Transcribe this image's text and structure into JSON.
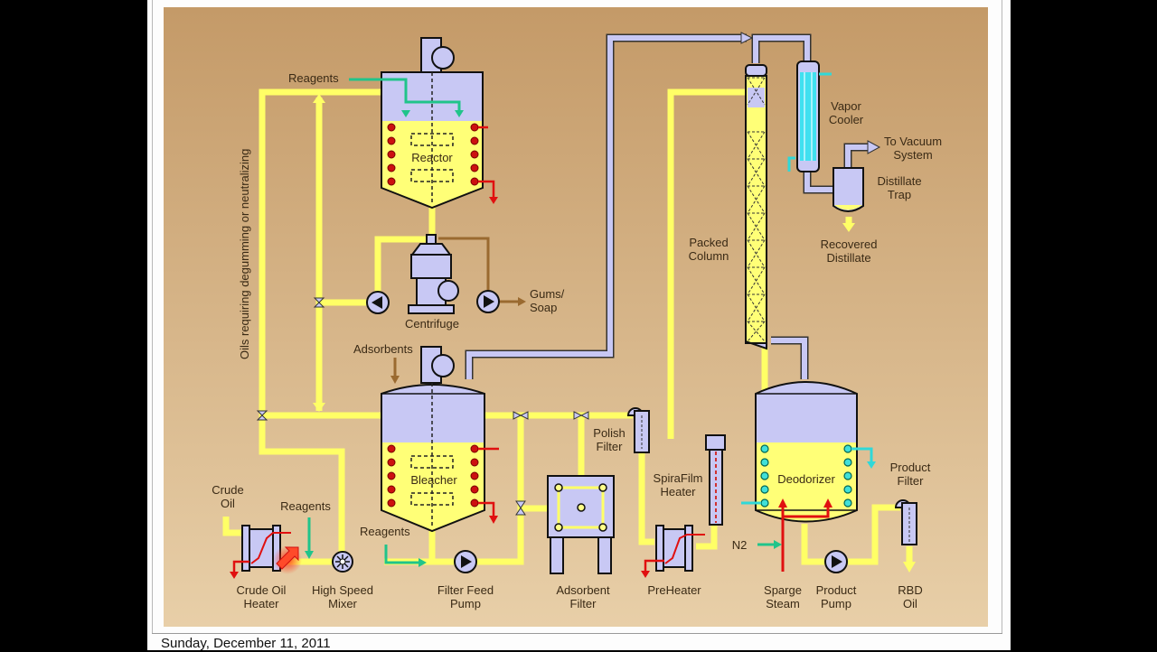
{
  "document": {
    "date_footer": "Sunday, December 11, 2011"
  },
  "diagram": {
    "title": "Vegetable oil refining process flow",
    "colors": {
      "background_top": "#c49a68",
      "background_bottom": "#e8cfa8",
      "oil_line": "#ffff66",
      "vessel_fill": "#c8c8f4",
      "reagent_line": "#20c48a",
      "heat_line": "#e01010",
      "gums_line": "#9a6a30",
      "cooling_line": "#30d8d8"
    },
    "labels": {
      "reagents_top": "Reagents",
      "reactor": "Reactor",
      "side_note": "Oils requiring degumming or neutralizing",
      "centrifuge": "Centrifuge",
      "gums_soap_1": "Gums/",
      "gums_soap_2": "Soap",
      "adsorbents": "Adsorbents",
      "bleacher": "Bleacher",
      "crude_oil_1": "Crude",
      "crude_oil_2": "Oil",
      "reagents_mixer": "Reagents",
      "reagents_pump": "Reagents",
      "crude_oil_heater_1": "Crude Oil",
      "crude_oil_heater_2": "Heater",
      "high_speed_mixer_1": "High Speed",
      "high_speed_mixer_2": "Mixer",
      "filter_feed_pump_1": "Filter Feed",
      "filter_feed_pump_2": "Pump",
      "adsorbent_filter_1": "Adsorbent",
      "adsorbent_filter_2": "Filter",
      "polish_filter_1": "Polish",
      "polish_filter_2": "Filter",
      "spirafilm_heater_1": "SpiraFilm",
      "spirafilm_heater_2": "Heater",
      "preheater": "PreHeater",
      "packed_column_1": "Packed",
      "packed_column_2": "Column",
      "vapor_cooler_1": "Vapor",
      "vapor_cooler_2": "Cooler",
      "to_vacuum_1": "To Vacuum",
      "to_vacuum_2": "System",
      "distillate_trap_1": "Distillate",
      "distillate_trap_2": "Trap",
      "recovered_distillate_1": "Recovered",
      "recovered_distillate_2": "Distillate",
      "deodorizer": "Deodorizer",
      "product_filter_1": "Product",
      "product_filter_2": "Filter",
      "n2": "N2",
      "sparge_steam_1": "Sparge",
      "sparge_steam_2": "Steam",
      "product_pump_1": "Product",
      "product_pump_2": "Pump",
      "rbd_oil_1": "RBD",
      "rbd_oil_2": "Oil"
    }
  }
}
